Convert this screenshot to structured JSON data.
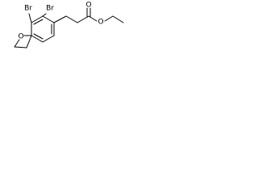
{
  "molecule": {
    "atoms": {
      "br1": "Br",
      "br2": "Br",
      "o_ring": "O",
      "o_carbonyl": "O",
      "o_ester": "O"
    }
  }
}
